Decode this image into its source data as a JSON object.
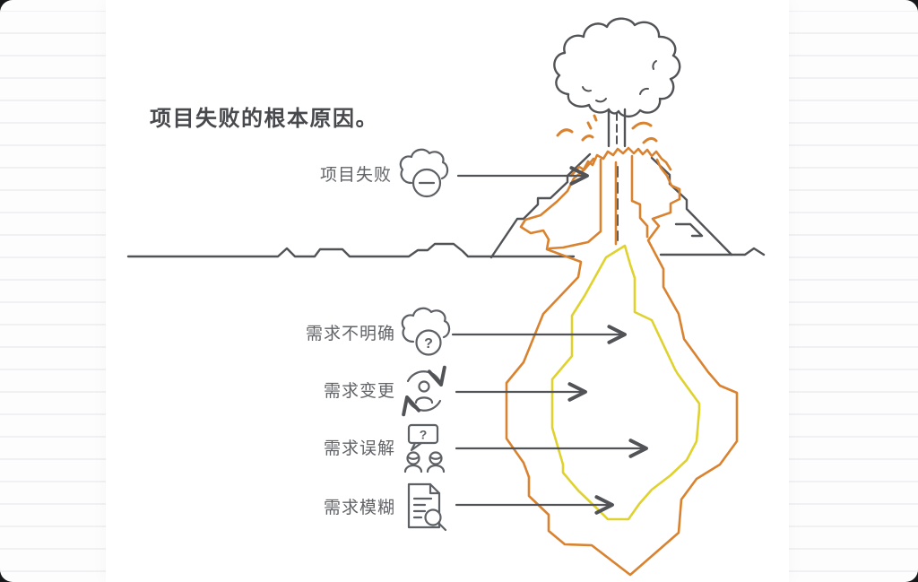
{
  "page": {
    "title": "项目失败的根本原因。"
  },
  "diagram": {
    "type": "volcano-iceberg-root-cause",
    "above_surface": {
      "label": "项目失败",
      "icon": "cloud-minus-icon"
    },
    "below_surface": [
      {
        "label": "需求不明确",
        "icon": "cloud-question-icon"
      },
      {
        "label": "需求变更",
        "icon": "person-refresh-icon"
      },
      {
        "label": "需求误解",
        "icon": "people-question-bubble-icon"
      },
      {
        "label": "需求模糊",
        "icon": "document-magnifier-icon"
      }
    ],
    "glyphs": {
      "question_mark": "?"
    },
    "colors": {
      "line_art": "#515356",
      "label_text": "#616367",
      "lava_outer": "#d9822f",
      "magma_inner": "#e0d22e"
    }
  }
}
